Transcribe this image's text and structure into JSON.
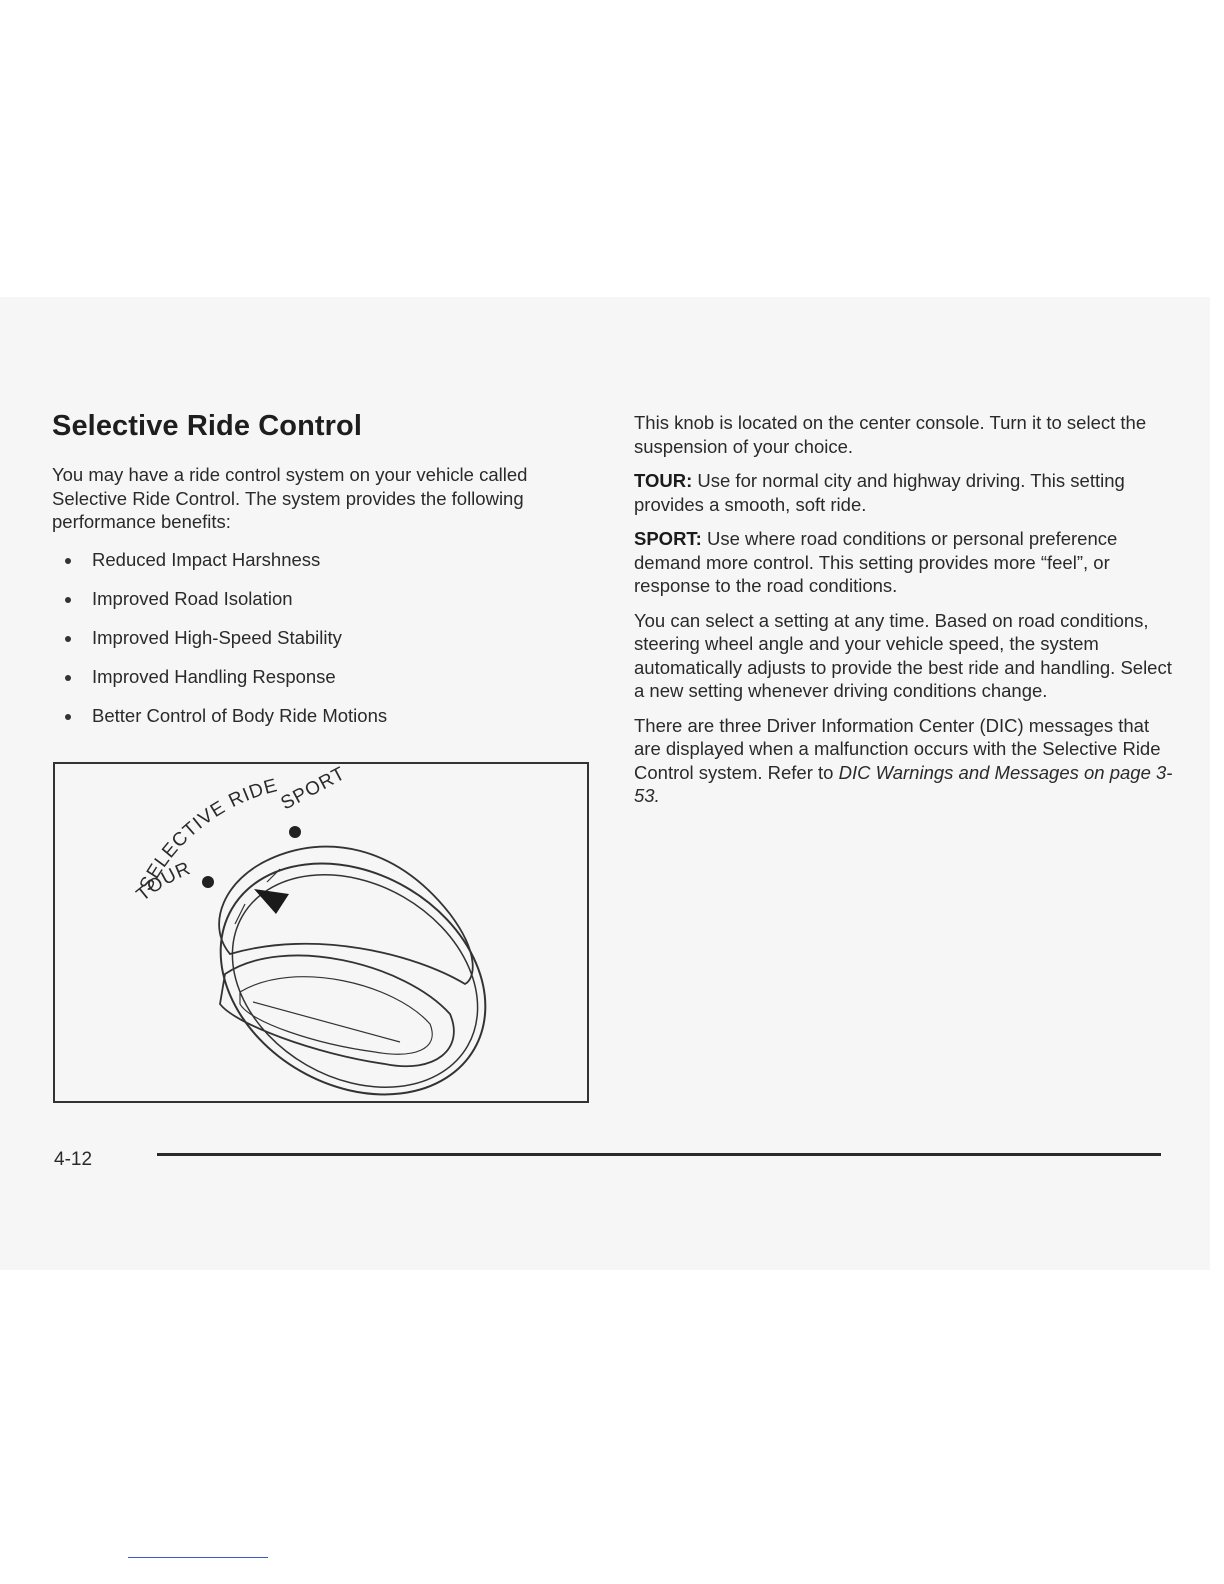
{
  "section": {
    "title": "Selective Ride Control",
    "intro": "You may have a ride control system on your vehicle called Selective Ride Control. The system provides the following performance benefits:",
    "benefits": [
      "Reduced Impact Harshness",
      "Improved Road Isolation",
      "Improved High-Speed Stability",
      "Improved Handling Response",
      "Better Control of Body Ride Motions"
    ]
  },
  "figure": {
    "arc_label": "SELECTIVE RIDE",
    "sport_label": "SPORT",
    "tour_label": "TOUR"
  },
  "right": {
    "p1": "This knob is located on the center console. Turn it to select the suspension of your choice.",
    "tour_term": "TOUR:",
    "tour_text": "Use for normal city and highway driving. This setting provides a smooth, soft ride.",
    "sport_term": "SPORT:",
    "sport_text": "Use where road conditions or personal preference demand more control. This setting provides more “feel”, or response to the road conditions.",
    "p4": "You can select a setting at any time. Based on road conditions, steering wheel angle and your vehicle speed, the system automatically adjusts to provide the best ride and handling. Select a new setting whenever driving conditions change.",
    "p5_text": "There are three Driver Information Center (DIC) messages that are displayed when a malfunction occurs with the Selective Ride Control system. Refer to",
    "p5_ref": "DIC Warnings and Messages on page 3-53."
  },
  "footer": {
    "page_number": "4-12"
  }
}
